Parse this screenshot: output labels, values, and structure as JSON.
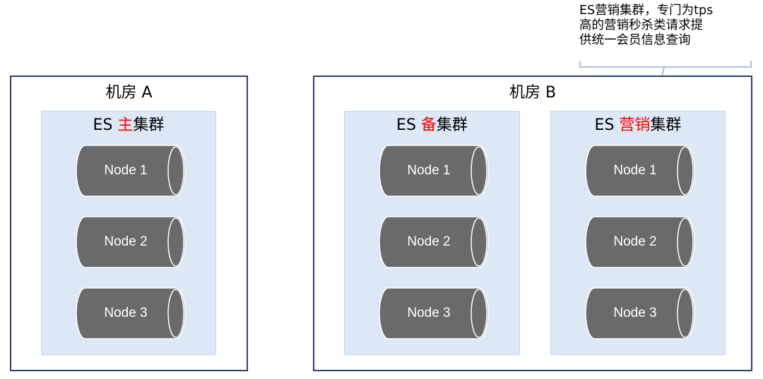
{
  "annotation": {
    "lines": [
      "ES营销集群，专门为tps",
      "高的营销秒杀类请求提",
      "供统一会员信息查询"
    ]
  },
  "rooms": [
    {
      "title": "机房 A",
      "clusters": [
        {
          "prefix": "ES ",
          "accent": "主",
          "suffix": "集群",
          "nodes": [
            "Node 1",
            "Node 2",
            "Node 3"
          ]
        }
      ]
    },
    {
      "title": "机房 B",
      "clusters": [
        {
          "prefix": "ES ",
          "accent": "备",
          "suffix": "集群",
          "nodes": [
            "Node 1",
            "Node 2",
            "Node 3"
          ]
        },
        {
          "prefix": "ES ",
          "accent": "营销",
          "suffix": "集群",
          "nodes": [
            "Node 1",
            "Node 2",
            "Node 3"
          ]
        }
      ]
    }
  ],
  "colors": {
    "room_border": "#2f3d6b",
    "cluster_fill": "#dce8f5",
    "node_fill": "#6a6a6a",
    "accent_text": "#ff0000",
    "connector": "#8faadc"
  }
}
